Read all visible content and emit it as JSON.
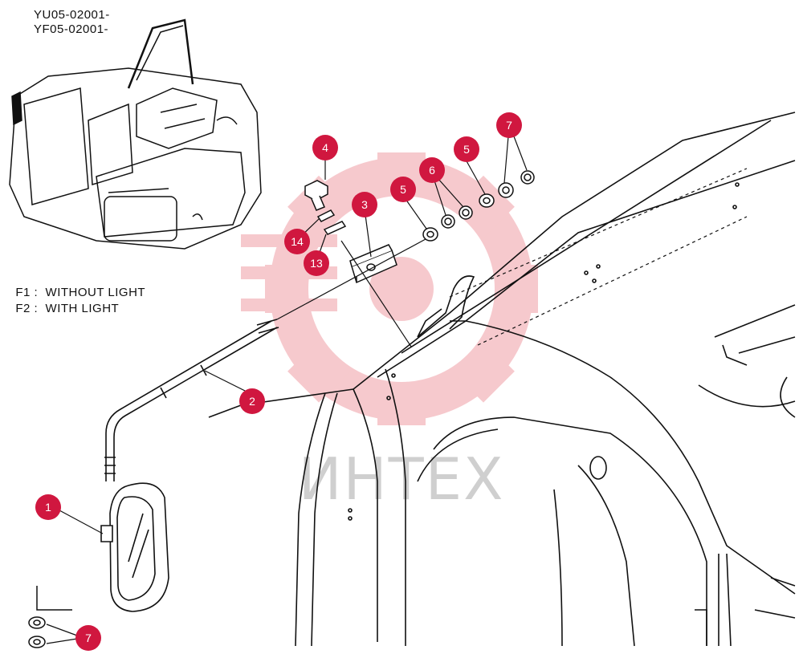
{
  "serials": [
    "YU05-02001-",
    "YF05-02001-"
  ],
  "legend": [
    {
      "code": "F1",
      "text": "WITHOUT LIGHT"
    },
    {
      "code": "F2",
      "text": "WITH LIGHT"
    }
  ],
  "watermark": "ИНТЕХ",
  "colors": {
    "callout": "#d0173f",
    "watermark": "#f4b8bd",
    "line": "#111111"
  },
  "callouts": [
    {
      "id": "c1",
      "label": "1"
    },
    {
      "id": "c2",
      "label": "2"
    },
    {
      "id": "c3",
      "label": "3"
    },
    {
      "id": "c4",
      "label": "4"
    },
    {
      "id": "c5a",
      "label": "5"
    },
    {
      "id": "c5b",
      "label": "5"
    },
    {
      "id": "c6",
      "label": "6"
    },
    {
      "id": "c7a",
      "label": "7"
    },
    {
      "id": "c7b",
      "label": "7"
    },
    {
      "id": "c13",
      "label": "13"
    },
    {
      "id": "c14",
      "label": "14"
    }
  ]
}
